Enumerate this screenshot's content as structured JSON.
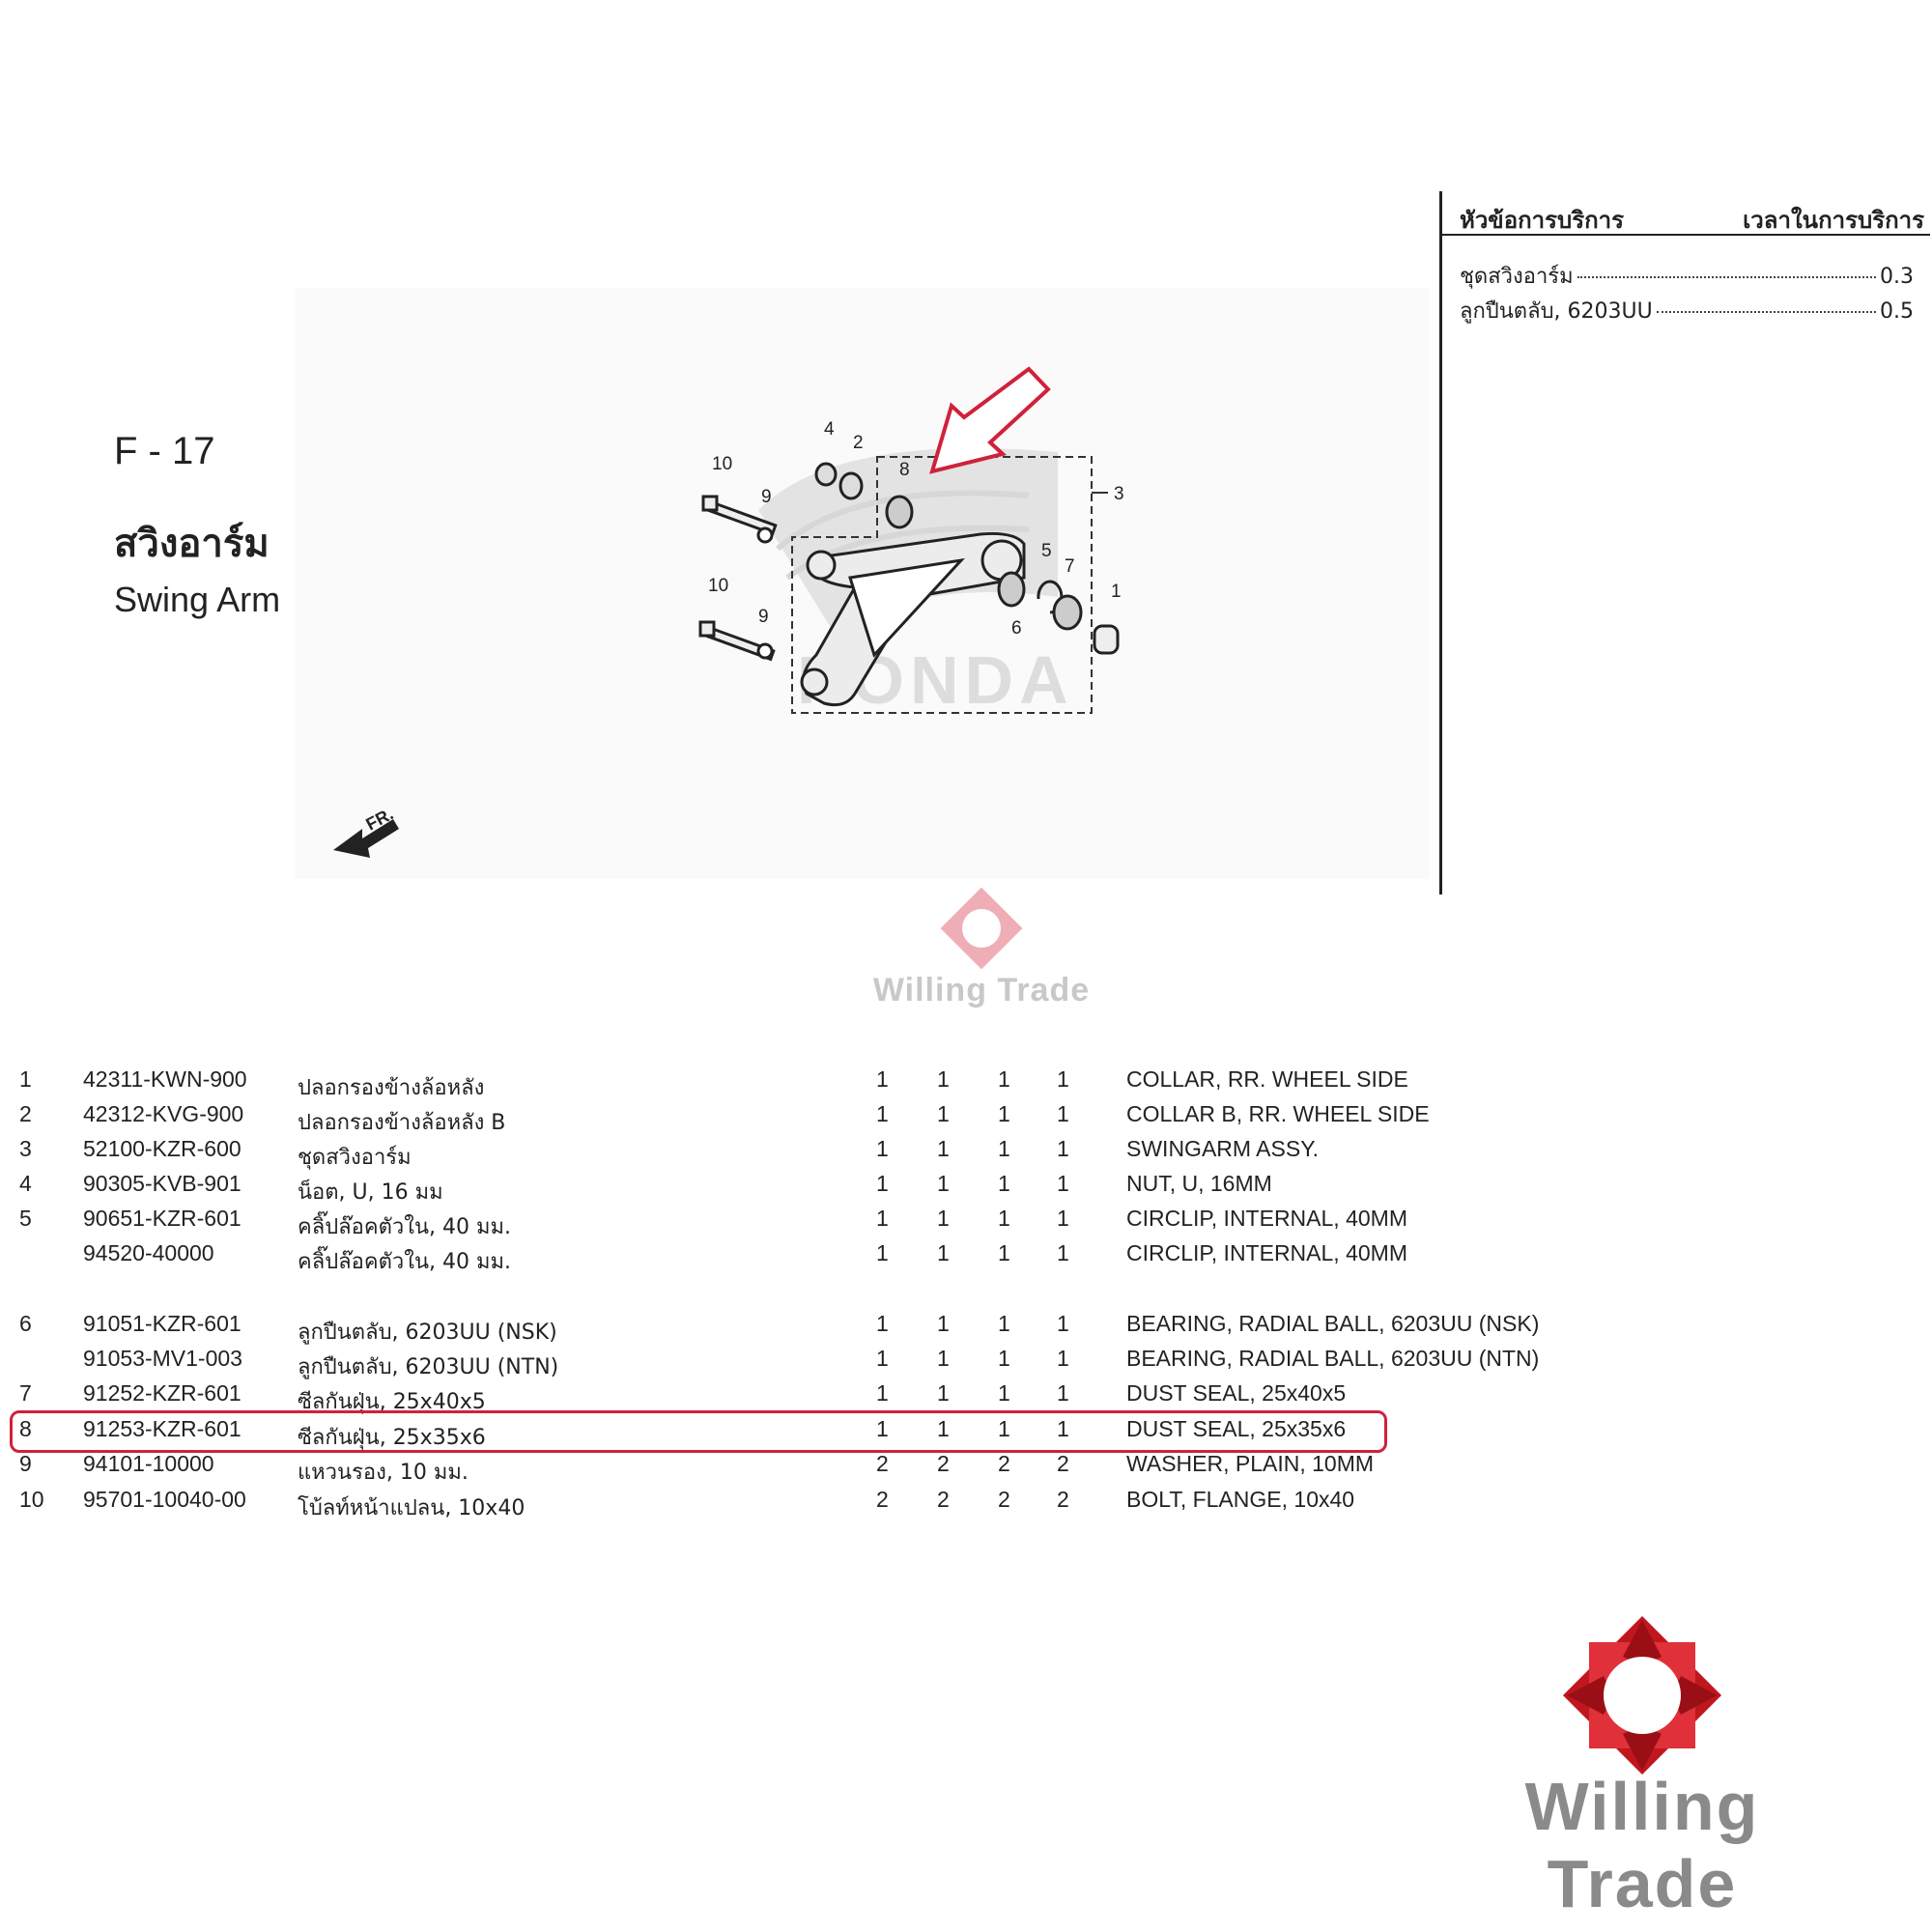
{
  "figure": {
    "code": "F - 17",
    "title_th": "สวิงอาร์ม",
    "title_en": "Swing Arm"
  },
  "service_panel": {
    "header_left": "หัวข้อการบริการ",
    "header_right": "เวลาในการบริการ",
    "rows": [
      {
        "label": "ชุดสวิงอาร์ม",
        "value": "0.3"
      },
      {
        "label": "ลูกปืนตลับ, 6203UU",
        "value": "0.5"
      }
    ]
  },
  "diagram": {
    "callouts": [
      "10",
      "9",
      "4",
      "2",
      "8",
      "3",
      "5",
      "7",
      "1",
      "6",
      "10",
      "9"
    ],
    "front_label": "FR.",
    "watermark_text": "HONDA",
    "arrow_color": "#d0213b"
  },
  "parts": [
    {
      "idx": "1",
      "pn": "42311-KWN-900",
      "th": "ปลอกรองข้างล้อหลัง ",
      "q": [
        "1",
        "1",
        "1",
        "1"
      ],
      "en": "COLLAR, RR. WHEEL SIDE"
    },
    {
      "idx": "2",
      "pn": "42312-KVG-900",
      "th": "ปลอกรองข้างล้อหลัง B",
      "q": [
        "1",
        "1",
        "1",
        "1"
      ],
      "en": "COLLAR B, RR. WHEEL SIDE"
    },
    {
      "idx": "3",
      "pn": "52100-KZR-600",
      "th": "ชุดสวิงอาร์ม",
      "q": [
        "1",
        "1",
        "1",
        "1"
      ],
      "en": "SWINGARM ASSY."
    },
    {
      "idx": "4",
      "pn": "90305-KVB-901",
      "th": "น็อต, U, 16 มม",
      "q": [
        "1",
        "1",
        "1",
        "1"
      ],
      "en": "NUT, U, 16MM"
    },
    {
      "idx": "5",
      "pn": "90651-KZR-601",
      "th": "คลิ๊ปล๊อคตัวใน, 40 มม. ",
      "q": [
        "1",
        "1",
        "1",
        "1"
      ],
      "en": "CIRCLIP, INTERNAL, 40MM"
    },
    {
      "idx": "",
      "pn": "94520-40000",
      "th": "คลิ๊ปล๊อคตัวใน, 40 มม. ",
      "q": [
        "1",
        "1",
        "1",
        "1"
      ],
      "en": "CIRCLIP, INTERNAL, 40MM"
    },
    {
      "idx": "6",
      "pn": "91051-KZR-601",
      "th": "ลูกปืนตลับ, 6203UU (NSK)",
      "q": [
        "1",
        "1",
        "1",
        "1"
      ],
      "en": "BEARING, RADIAL BALL, 6203UU (NSK)"
    },
    {
      "idx": "",
      "pn": "91053-MV1-003",
      "th": "ลูกปืนตลับ, 6203UU (NTN)",
      "q": [
        "1",
        "1",
        "1",
        "1"
      ],
      "en": "BEARING, RADIAL BALL, 6203UU (NTN)"
    },
    {
      "idx": "7",
      "pn": "91252-KZR-601",
      "th": "ซีลกันฝุ่น, 25x40x5",
      "q": [
        "1",
        "1",
        "1",
        "1"
      ],
      "en": "DUST SEAL, 25x40x5"
    },
    {
      "idx": "8",
      "pn": "91253-KZR-601",
      "th": "ซีลกันฝุ่น, 25x35x6",
      "q": [
        "1",
        "1",
        "1",
        "1"
      ],
      "en": "DUST SEAL, 25x35x6"
    },
    {
      "idx": "9",
      "pn": "94101-10000",
      "th": "แหวนรอง, 10 มม.",
      "q": [
        "2",
        "2",
        "2",
        "2"
      ],
      "en": "WASHER, PLAIN, 10MM"
    },
    {
      "idx": "10",
      "pn": "95701-10040-00",
      "th": "โบ้ลท์หน้าแปลน, 10x40",
      "q": [
        "2",
        "2",
        "2",
        "2"
      ],
      "en": "BOLT, FLANGE, 10x40"
    }
  ],
  "highlight_color": "#d0213b",
  "watermark": {
    "text": "Willing Trade",
    "color": "#c0171f"
  }
}
